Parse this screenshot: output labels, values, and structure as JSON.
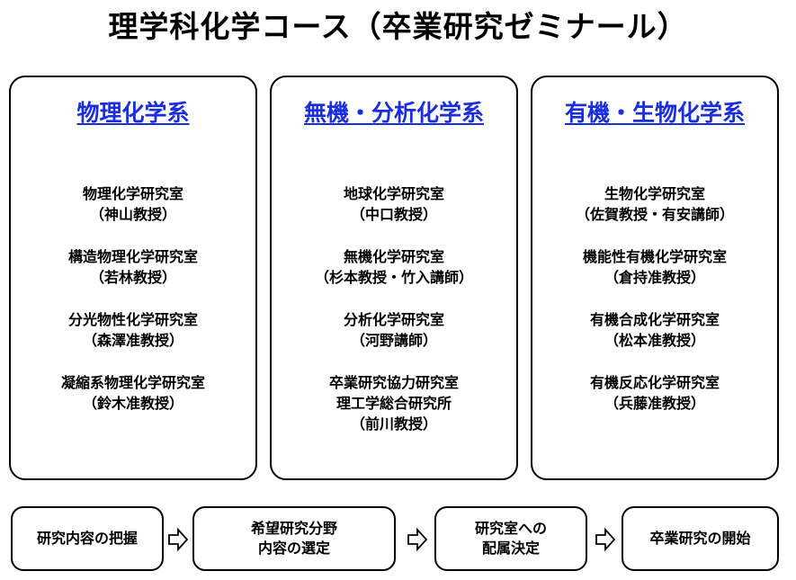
{
  "title": "理学科化学コース（卒業研究ゼミナール）",
  "panels": [
    {
      "heading": "物理化学系",
      "labs": [
        {
          "lines": [
            "物理化学研究室",
            "（神山教授）"
          ]
        },
        {
          "lines": [
            "構造物理化学研究室",
            "（若林教授）"
          ]
        },
        {
          "lines": [
            "分光物性化学研究室",
            "（森澤准教授）"
          ]
        },
        {
          "lines": [
            "凝縮系物理化学研究室",
            "（鈴木准教授）"
          ]
        }
      ]
    },
    {
      "heading": "無機・分析化学系",
      "labs": [
        {
          "lines": [
            "地球化学研究室",
            "（中口教授）"
          ]
        },
        {
          "lines": [
            "無機化学研究室",
            "（杉本教授・竹入講師）"
          ]
        },
        {
          "lines": [
            "分析化学研究室",
            "（河野講師）"
          ]
        },
        {
          "lines": [
            "卒業研究協力研究室",
            "理工学総合研究所",
            "（前川教授）"
          ]
        }
      ]
    },
    {
      "heading": "有機・生物化学系",
      "labs": [
        {
          "lines": [
            "生物化学研究室",
            "（佐賀教授・有安講師）"
          ]
        },
        {
          "lines": [
            "機能性有機化学研究室",
            "（倉持准教授）"
          ]
        },
        {
          "lines": [
            "有機合成化学研究室",
            "（松本准教授）"
          ]
        },
        {
          "lines": [
            "有機反応化学研究室",
            "（兵藤准教授）"
          ]
        }
      ]
    }
  ],
  "flow": [
    {
      "lines": [
        "研究内容の把握"
      ]
    },
    {
      "lines": [
        "希望研究分野",
        "内容の選定"
      ]
    },
    {
      "lines": [
        "研究室への",
        "配属決定"
      ]
    },
    {
      "lines": [
        "卒業研究の開始"
      ]
    }
  ],
  "colors": {
    "heading": "#1a2ee0",
    "border": "#000000"
  },
  "icons": {
    "flow_arrow": "outline-right-arrow-icon"
  }
}
